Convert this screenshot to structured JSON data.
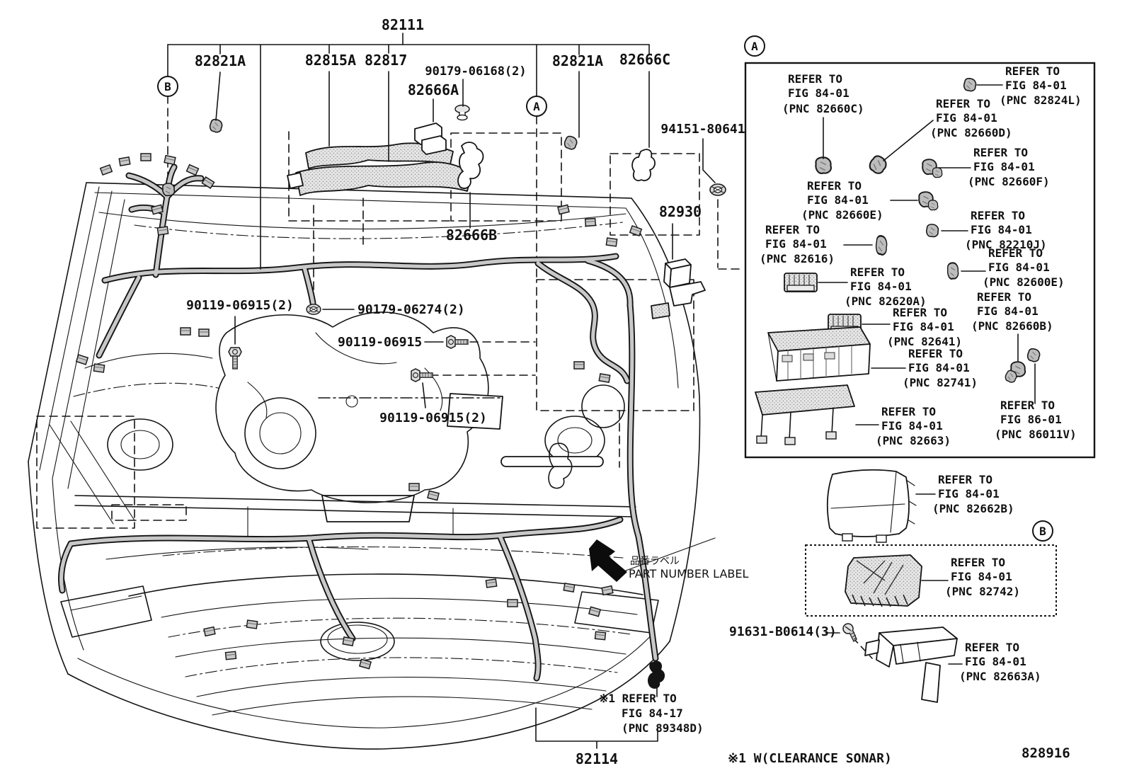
{
  "figure": {
    "drawing_number": "828916",
    "footnote": "※1 W(CLEARANCE SONAR)",
    "part_label_jp": "品番ラベル",
    "part_label_en": "PART NUMBER LABEL",
    "view_a": "A",
    "view_b": "B"
  },
  "colors": {
    "ink": "#141414",
    "paper": "#ffffff",
    "harness_fill": "#c8c8c8",
    "stipple": "#9a9a9a"
  },
  "parts": {
    "harness_main": "82111",
    "clip_82821a_left": "82821A",
    "protectors": "82815A 82817",
    "screw_90179_06168": "90179-06168(2)",
    "bracket_82666a": "82666A",
    "clip_82821a_right": "82821A",
    "bracket_82666c": "82666C",
    "grommet_94151": "94151-80641",
    "relay_82930": "82930",
    "bracket_82666b": "82666B",
    "bolt_90119_06915_left": "90119-06915(2)",
    "grommet_90179_06274": "90179-06274(2)",
    "bolt_90119_06915_mid": "90119-06915",
    "bolt_90119_06915_bottom": "90119-06915(2)",
    "screw_91631": "91631-B0614(3)",
    "harness_front": "82114"
  },
  "callouts": {
    "p82660C": {
      "l1": "REFER TO",
      "l2": "FIG 84-01",
      "l3": "(PNC 82660C)"
    },
    "p82824L": {
      "l1": "REFER TO",
      "l2": "FIG 84-01",
      "l3": "(PNC 82824L)"
    },
    "p82660D": {
      "l1": "REFER TO",
      "l2": "FIG 84-01",
      "l3": "(PNC 82660D)"
    },
    "p82660F": {
      "l1": "REFER TO",
      "l2": "FIG 84-01",
      "l3": "(PNC 82660F)"
    },
    "p82660E": {
      "l1": "REFER TO",
      "l2": "FIG 84-01",
      "l3": "(PNC 82660E)"
    },
    "p82210J": {
      "l1": "REFER TO",
      "l2": "FIG 84-01",
      "l3": "(PNC 82210J)"
    },
    "p82616": {
      "l1": "REFER TO",
      "l2": "FIG 84-01",
      "l3": "(PNC 82616)"
    },
    "p82600E": {
      "l1": "REFER TO",
      "l2": "FIG 84-01",
      "l3": "(PNC 82600E)"
    },
    "p82620A": {
      "l1": "REFER TO",
      "l2": "FIG 84-01",
      "l3": "(PNC 82620A)"
    },
    "p82641": {
      "l1": "REFER TO",
      "l2": "FIG 84-01",
      "l3": "(PNC 82641)"
    },
    "p82660B": {
      "l1": "REFER TO",
      "l2": "FIG 84-01",
      "l3": "(PNC 82660B)"
    },
    "p82741": {
      "l1": "REFER TO",
      "l2": "FIG 84-01",
      "l3": "(PNC 82741)"
    },
    "p86011V": {
      "l1": "REFER TO",
      "l2": "FIG 86-01",
      "l3": "(PNC 86011V)"
    },
    "p82663": {
      "l1": "REFER TO",
      "l2": "FIG 84-01",
      "l3": "(PNC 82663)"
    },
    "p82662B": {
      "l1": "REFER TO",
      "l2": "FIG 84-01",
      "l3": "(PNC 82662B)"
    },
    "p82742": {
      "l1": "REFER TO",
      "l2": "FIG 84-01",
      "l3": "(PNC 82742)"
    },
    "p82663A": {
      "l1": "REFER TO",
      "l2": "FIG 84-01",
      "l3": "(PNC 82663A)"
    },
    "p89348D": {
      "l1": "※1 REFER TO",
      "l2": "FIG 84-17",
      "l3": "(PNC 89348D)"
    }
  }
}
